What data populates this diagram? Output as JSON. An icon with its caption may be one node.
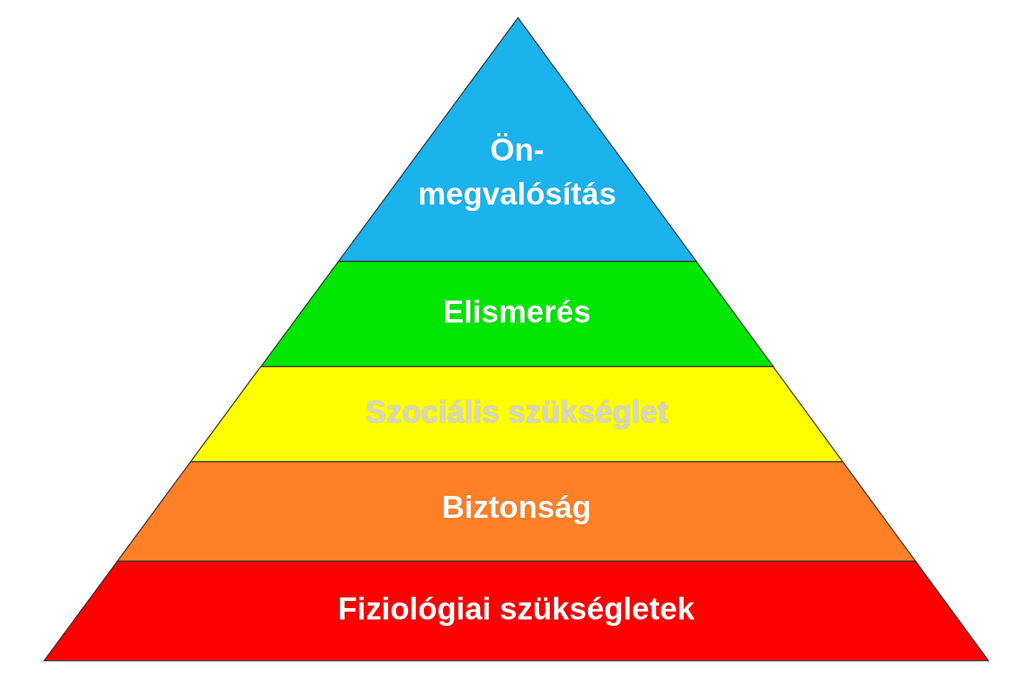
{
  "diagram": {
    "nodes": [
      {
        "text": [
          "Ön- megvalósítás"
        ]
      },
      {
        "text": [
          "Elismerés"
        ]
      },
      {
        "text": [
          "Szociális szükséglet"
        ]
      },
      {
        "text": [
          "Biztonság"
        ]
      },
      {
        "text": [
          "Fiziológiai szükségletek"
        ]
      }
    ]
  }
}
